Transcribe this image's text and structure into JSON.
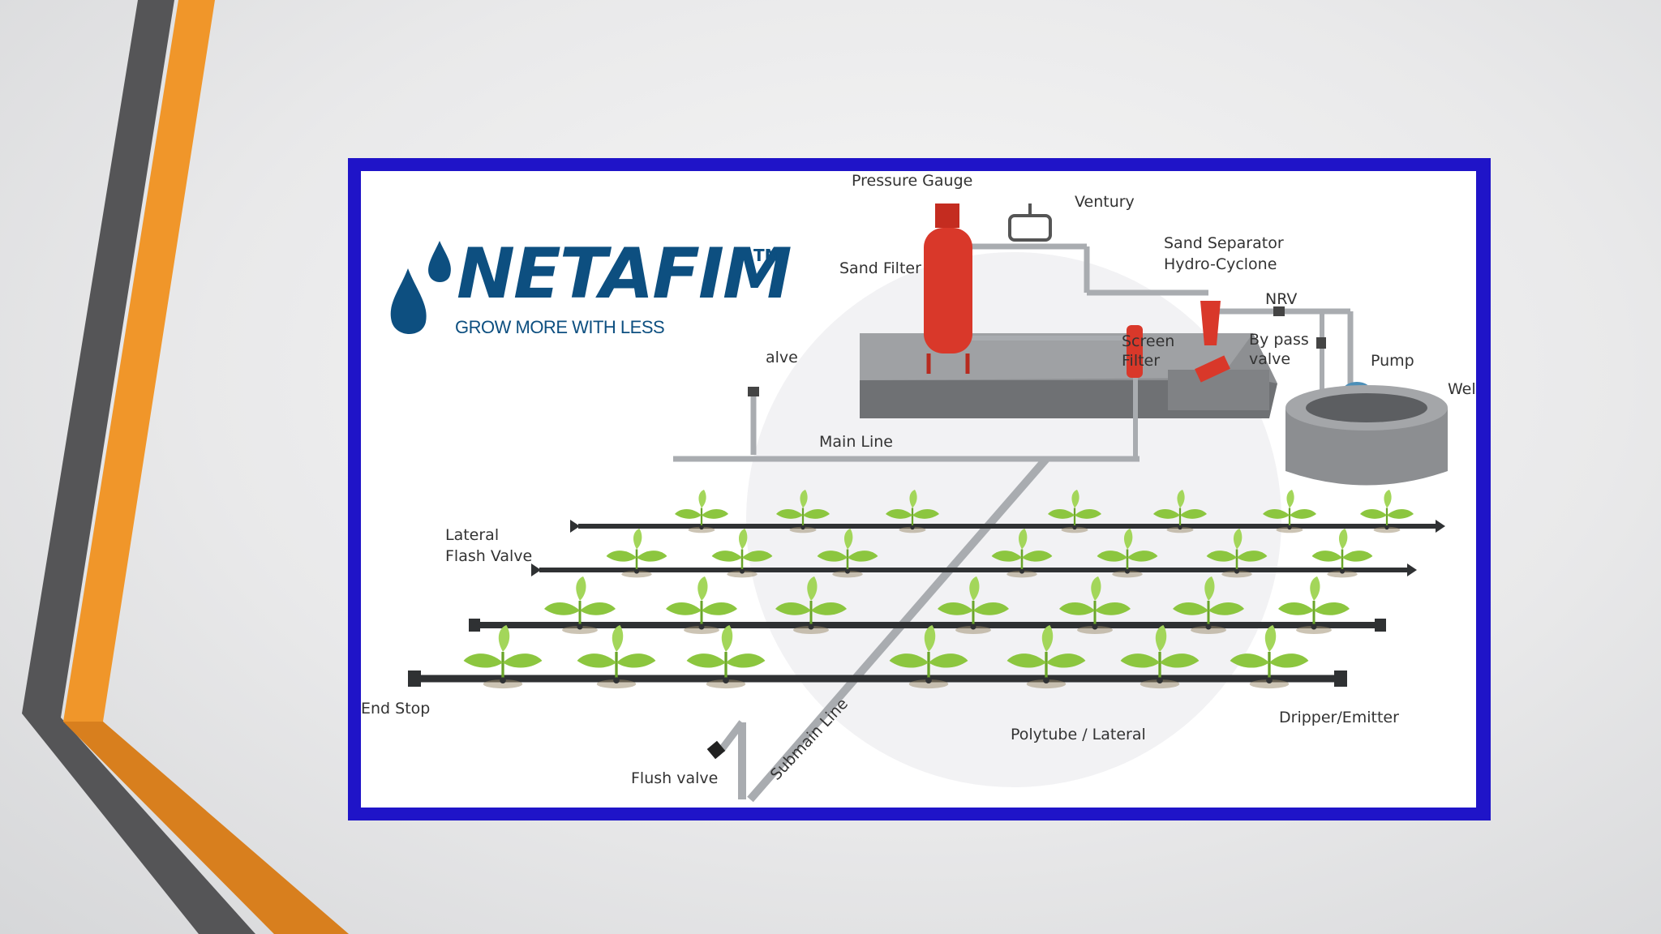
{
  "brand": {
    "name": "NETAFIM",
    "trademark": "TM",
    "tagline": "GROW MORE WITH LESS"
  },
  "labels": {
    "pressure_gauge": "Pressure Gauge",
    "ventury": "Ventury",
    "sand_separator": "Sand Separator",
    "hydro_cyclone": "Hydro-Cyclone",
    "sand_filter": "Sand Filter",
    "nrv": "NRV",
    "screen": "Screen",
    "filter": "Filter",
    "by_pass": "By pass",
    "valve": "valve",
    "pump": "Pump",
    "well": "Well",
    "air_valve_partial": "alve",
    "main_line": "Main Line",
    "lateral": "Lateral",
    "flash_valve": "Flash Valve",
    "end_stop": "End Stop",
    "polytube_lateral": "Polytube / Lateral",
    "dripper_emitter": "Dripper/Emitter",
    "flush_valve": "Flush valve",
    "submain_line": "Submain Line"
  },
  "colors": {
    "frame": "#1f14c8",
    "brand": "#0d4f80",
    "filter_red": "#d9382a",
    "accent_orange": "#f0962a",
    "accent_gray": "#5a5a5c",
    "pipe_gray": "#a9acb0",
    "plant_green": "#8cc63f"
  }
}
